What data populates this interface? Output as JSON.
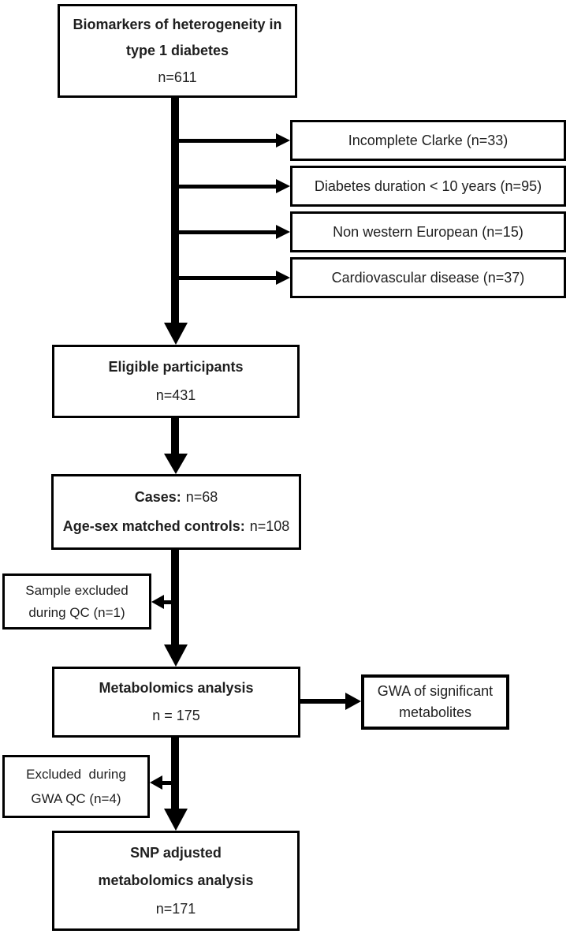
{
  "figure": {
    "type": "flowchart",
    "background_color": "#ffffff",
    "line_color": "#000000",
    "text_color": "#1f1f1f"
  },
  "boxes": {
    "top": {
      "line1": "Biomarkers of heterogeneity in",
      "line2": "type 1 diabetes",
      "n": "n=611"
    },
    "exclusions": [
      "Incomplete Clarke (n=33)",
      "Diabetes duration < 10 years (n=95)",
      "Non western European (n=15)",
      "Cardiovascular disease (n=37)"
    ],
    "eligible": {
      "title": "Eligible participants",
      "n": "n=431"
    },
    "cases": {
      "label1": "Cases:",
      "value1": "n=68",
      "label2": "Age-sex matched controls:",
      "value2": "n=108"
    },
    "sample_excluded": {
      "line1": "Sample excluded",
      "line2": "during QC (n=1)"
    },
    "metabolomics": {
      "title": "Metabolomics analysis",
      "n": "n = 175"
    },
    "gwa": {
      "line1": "GWA of significant",
      "line2": "metabolites"
    },
    "excluded_gwa": {
      "line1": "Excluded  during",
      "line2": "GWA QC (n=4)"
    },
    "snp": {
      "line1": "SNP adjusted",
      "line2": "metabolomics analysis",
      "n": "n=171"
    }
  }
}
